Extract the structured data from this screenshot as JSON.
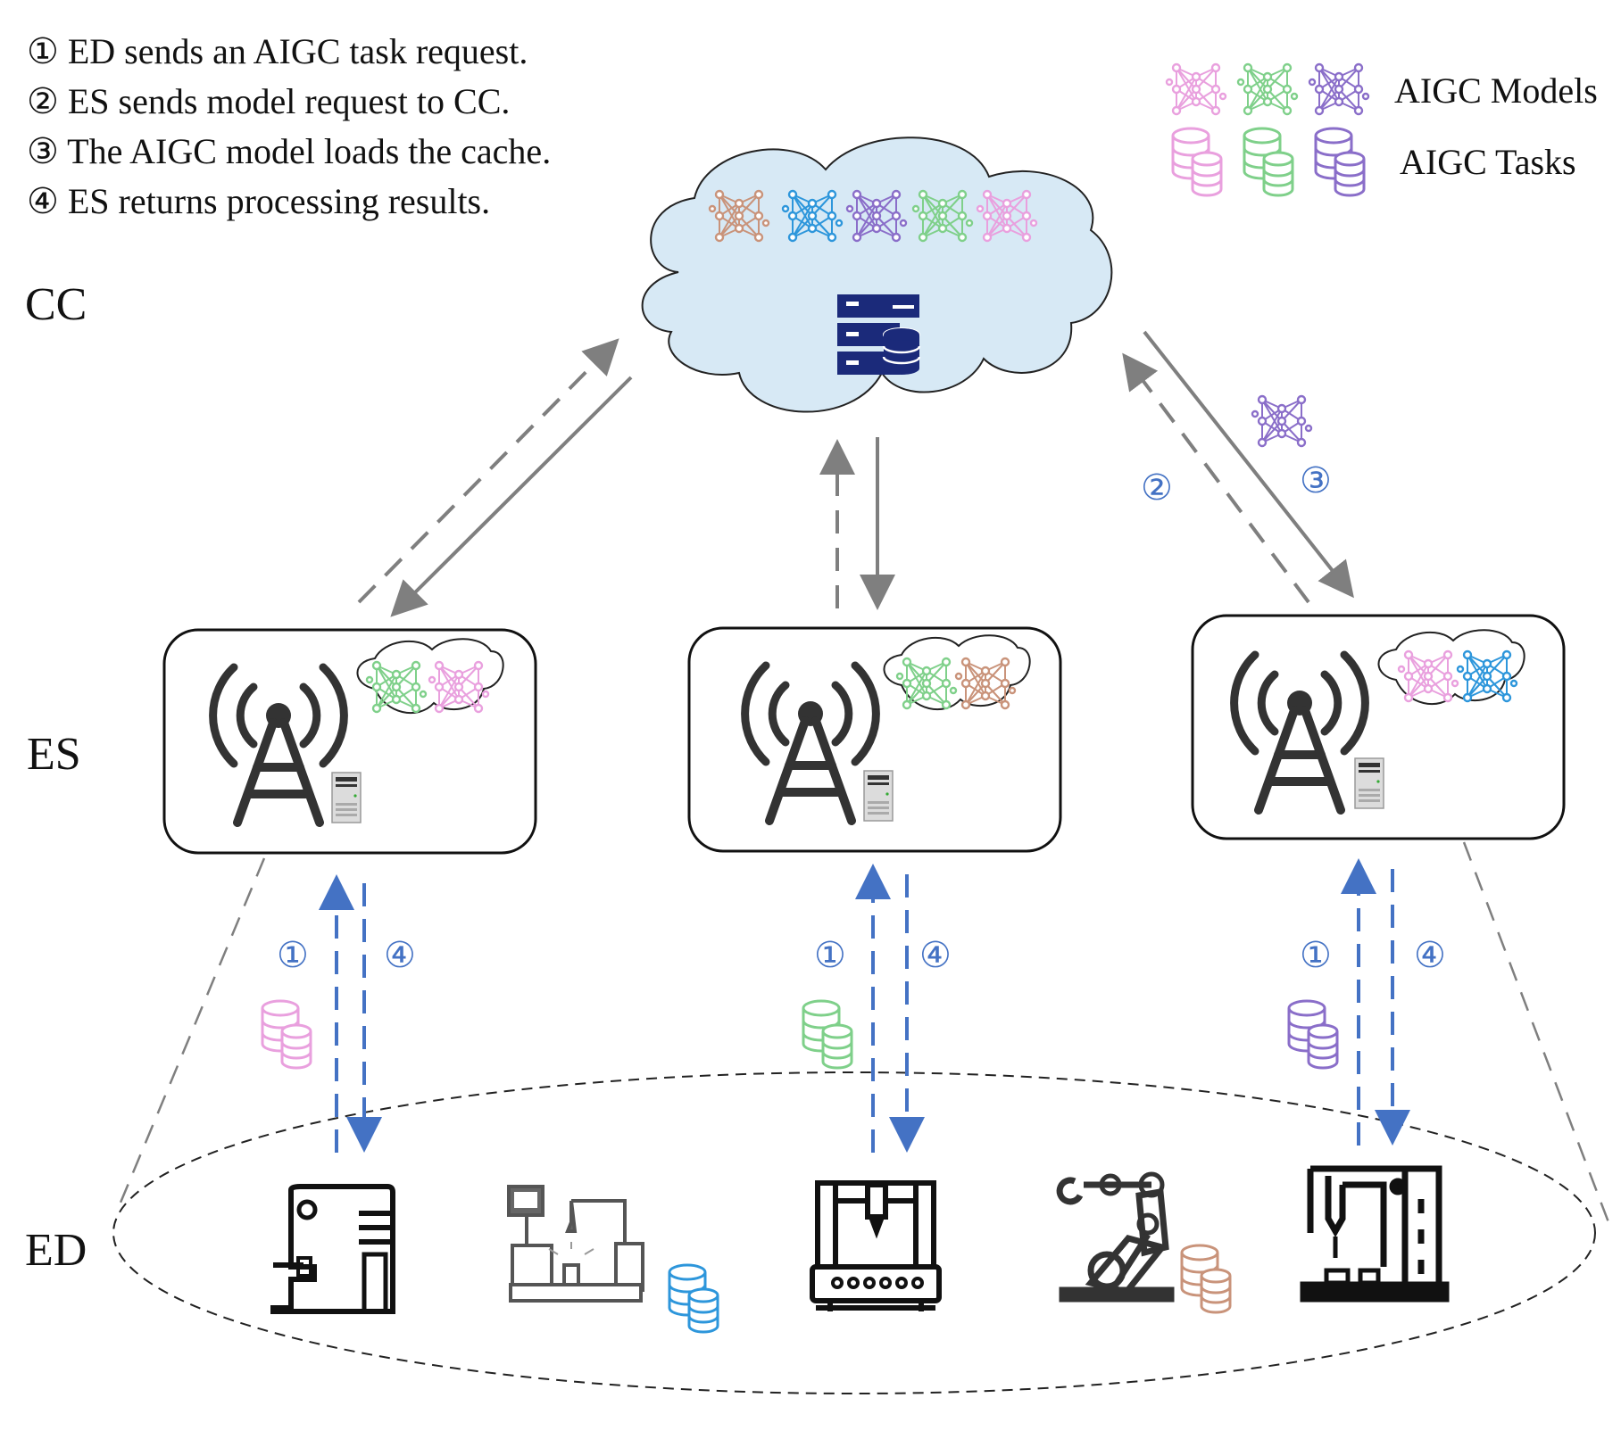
{
  "steps": [
    "① ED sends an AIGC task request.",
    "② ES sends model request to CC.",
    "③ The AIGC model loads the cache.",
    "④ ES returns processing results."
  ],
  "layers": {
    "cc": "CC",
    "es": "ES",
    "ed": "ED"
  },
  "legend": {
    "models": "AIGC Models",
    "tasks": "AIGC Tasks"
  },
  "markers": {
    "one": "①",
    "two": "②",
    "three": "③",
    "four": "④"
  },
  "colors": {
    "pink": "#e9a0de",
    "green": "#7fd08a",
    "purple": "#8a6ec9",
    "blue": "#2d96db",
    "brown": "#c9937a",
    "arrow_blue": "#4472c4",
    "arrow_gray": "#7f7f7f",
    "cloud": "#d7e9f5",
    "server": "#1b2a7a"
  }
}
